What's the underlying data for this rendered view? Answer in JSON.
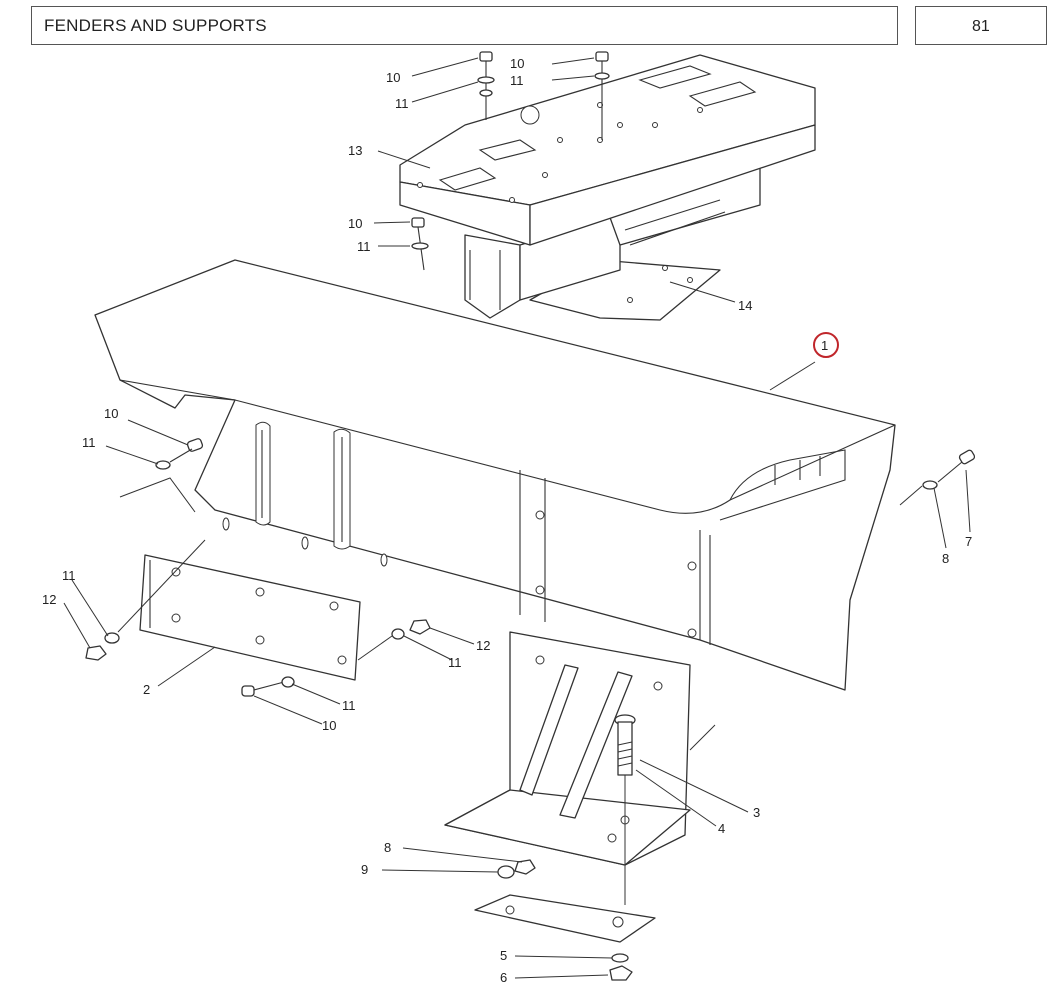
{
  "header": {
    "title": "FENDERS AND SUPPORTS",
    "page_number": "81"
  },
  "callouts": {
    "c1": "1",
    "c2": "2",
    "c3": "3",
    "c4": "4",
    "c5": "5",
    "c6": "6",
    "c7": "7",
    "c8a": "8",
    "c8b": "8",
    "c9": "9",
    "c10a": "10",
    "c10b": "10",
    "c10c": "10",
    "c10d": "10",
    "c10e": "10",
    "c11a": "11",
    "c11b": "11",
    "c11c": "11",
    "c11d": "11",
    "c11e": "11",
    "c11f": "11",
    "c11g": "11",
    "c12a": "12",
    "c12b": "12",
    "c13": "13",
    "c14": "14"
  },
  "colors": {
    "highlight": "#c0262b",
    "line": "#333333"
  }
}
